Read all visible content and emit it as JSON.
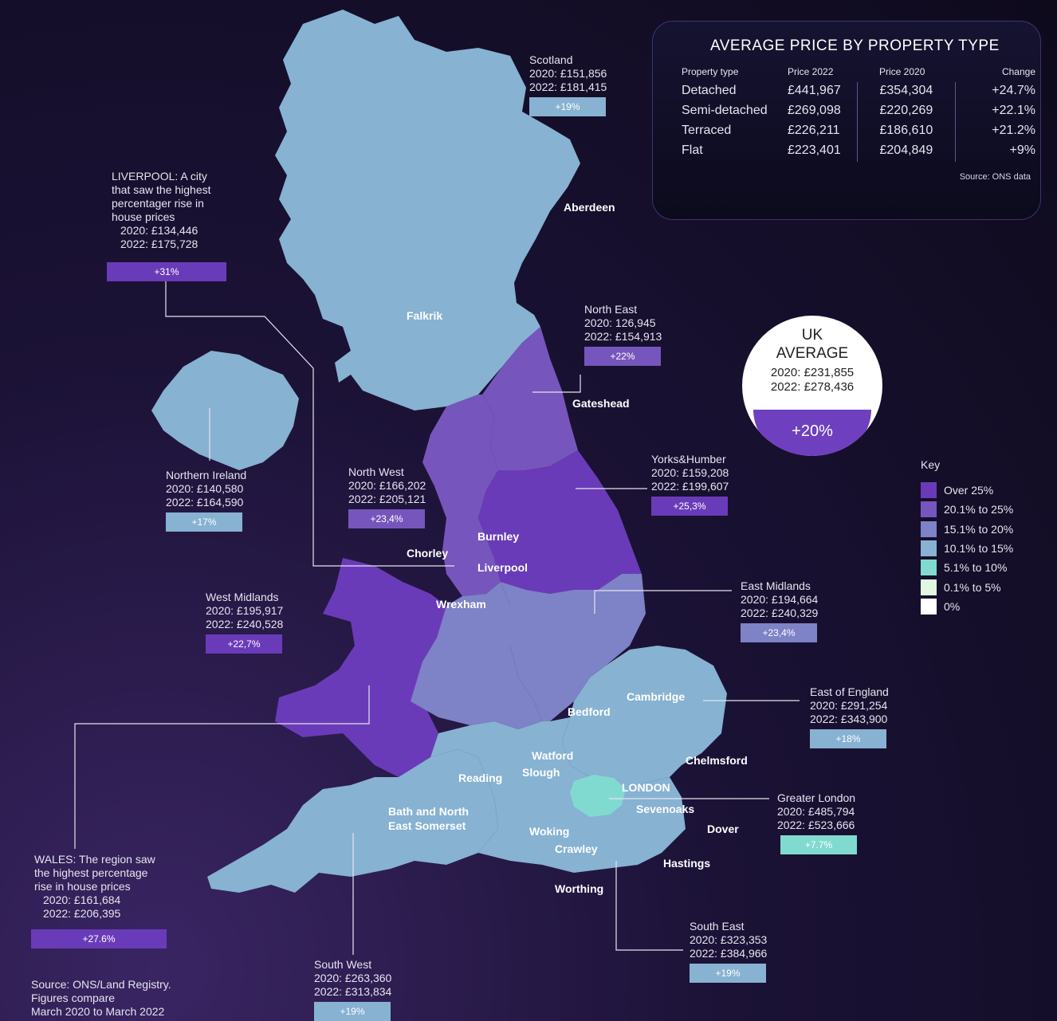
{
  "colors": {
    "over_25": "#6a3bb8",
    "r20_25": "#7656bc",
    "r15_20": "#7e82c6",
    "r10_15": "#87b2d2",
    "r5_10": "#80dad0",
    "r0_5": "#e0f7e0",
    "zero": "#ffffff"
  },
  "table": {
    "title": "AVERAGE PRICE BY PROPERTY TYPE",
    "headers": [
      "Property type",
      "Price 2022",
      "Price 2020",
      "Change"
    ],
    "rows": [
      [
        "Detached",
        "£441,967",
        "£354,304",
        "+24.7%"
      ],
      [
        "Semi-detached",
        "£269,098",
        "£220,269",
        "+22.1%"
      ],
      [
        "Terraced",
        "£226,211",
        "£186,610",
        "+21.2%"
      ],
      [
        "Flat",
        "£223,401",
        "£204,849",
        "+9%"
      ]
    ],
    "source": "Source: ONS data"
  },
  "uk": {
    "line1": "UK",
    "line2": "AVERAGE",
    "p2020": "2020: £231,855",
    "p2022": "2022: £278,436",
    "change": "+20%"
  },
  "key": {
    "title": "Key",
    "items": [
      "Over 25%",
      "20.1% to 25%",
      "15.1% to 20%",
      "10.1% to 15%",
      "5.1% to 10%",
      "0.1% to 5%",
      "0%"
    ]
  },
  "regions": {
    "scotland": {
      "name": "Scotland",
      "p2020": "2020: £151,856",
      "p2022": "2022: £181,415",
      "change": "+19%"
    },
    "north_east": {
      "name": "North East",
      "p2020": "2020: 126,945",
      "p2022": "2022: £154,913",
      "change": "+22%"
    },
    "northern_ireland": {
      "name": "Northern Ireland",
      "p2020": "2020: £140,580",
      "p2022": "2022: £164,590",
      "change": "+17%"
    },
    "north_west": {
      "name": "North West",
      "p2020": "2020: £166,202",
      "p2022": "2022: £205,121",
      "change": "+23,4%"
    },
    "yorks_humber": {
      "name": "Yorks&Humber",
      "p2020": "2020: £159,208",
      "p2022": "2022: £199,607",
      "change": "+25,3%"
    },
    "west_midlands": {
      "name": "West Midlands",
      "p2020": "2020: £195,917",
      "p2022": "2022: £240,528",
      "change": "+22,7%"
    },
    "east_midlands": {
      "name": "East Midlands",
      "p2020": "2020: £194,664",
      "p2022": "2022: £240,329",
      "change": "+23,4%"
    },
    "east_england": {
      "name": "East of England",
      "p2020": "2020: £291,254",
      "p2022": "2022: £343,900",
      "change": "+18%"
    },
    "greater_london": {
      "name": "Greater London",
      "p2020": "2020: £485,794",
      "p2022": "2022: £523,666",
      "change": "+7.7%"
    },
    "south_east": {
      "name": "South East",
      "p2020": "2020: £323,353",
      "p2022": "2022: £384,966",
      "change": "+19%"
    },
    "south_west": {
      "name": "South West",
      "p2020": "2020: £263,360",
      "p2022": "2022: £313,834",
      "change": "+19%"
    }
  },
  "liverpool": {
    "l1": "LIVERPOOL: A city",
    "l2": "that saw the highest",
    "l3": "percentager rise in",
    "l4": "house prices",
    "p2020": "2020: £134,446",
    "p2022": "2022: £175,728",
    "change": "+31%"
  },
  "wales": {
    "l1": "WALES: The region saw",
    "l2": "the highest percentage",
    "l3": "rise in house prices",
    "p2020": "2020: £161,684",
    "p2022": "2022: £206,395",
    "change": "+27.6%"
  },
  "source_note": {
    "l1": "Source: ONS/Land Registry.",
    "l2": "Figures compare",
    "l3": "March 2020 to March 2022"
  },
  "cities": {
    "aberdeen": "Aberdeen",
    "falkirk": "Falkrik",
    "gateshead": "Gateshead",
    "burnley": "Burnley",
    "chorley": "Chorley",
    "liverpool": "Liverpool",
    "wrexham": "Wrexham",
    "cambridge": "Cambridge",
    "bedford": "Bedford",
    "chelmsford": "Chelmsford",
    "watford": "Watford",
    "slough": "Slough",
    "reading": "Reading",
    "london": "LONDON",
    "sevenoaks": "Sevenoaks",
    "dover": "Dover",
    "bath": "Bath and North",
    "bath2": "East Somerset",
    "woking": "Woking",
    "crawley": "Crawley",
    "hastings": "Hastings",
    "worthing": "Worthing"
  }
}
